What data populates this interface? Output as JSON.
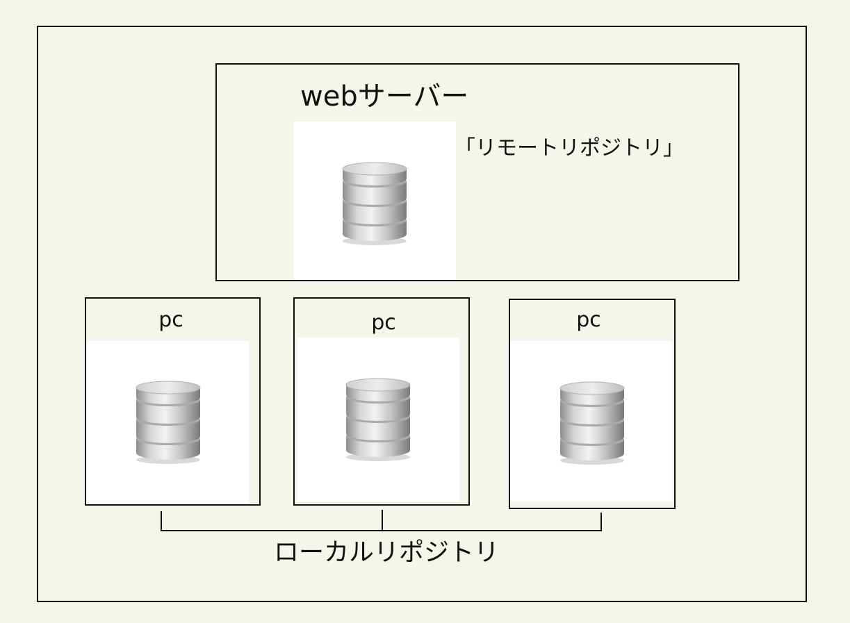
{
  "server": {
    "title": "webサーバー",
    "repository_label": "「リモートリポジトリ」"
  },
  "pcs": [
    {
      "label": "pc"
    },
    {
      "label": "pc"
    },
    {
      "label": "pc"
    }
  ],
  "local_repository_label": "ローカルリポジトリ",
  "icons": {
    "database": "database-icon"
  }
}
